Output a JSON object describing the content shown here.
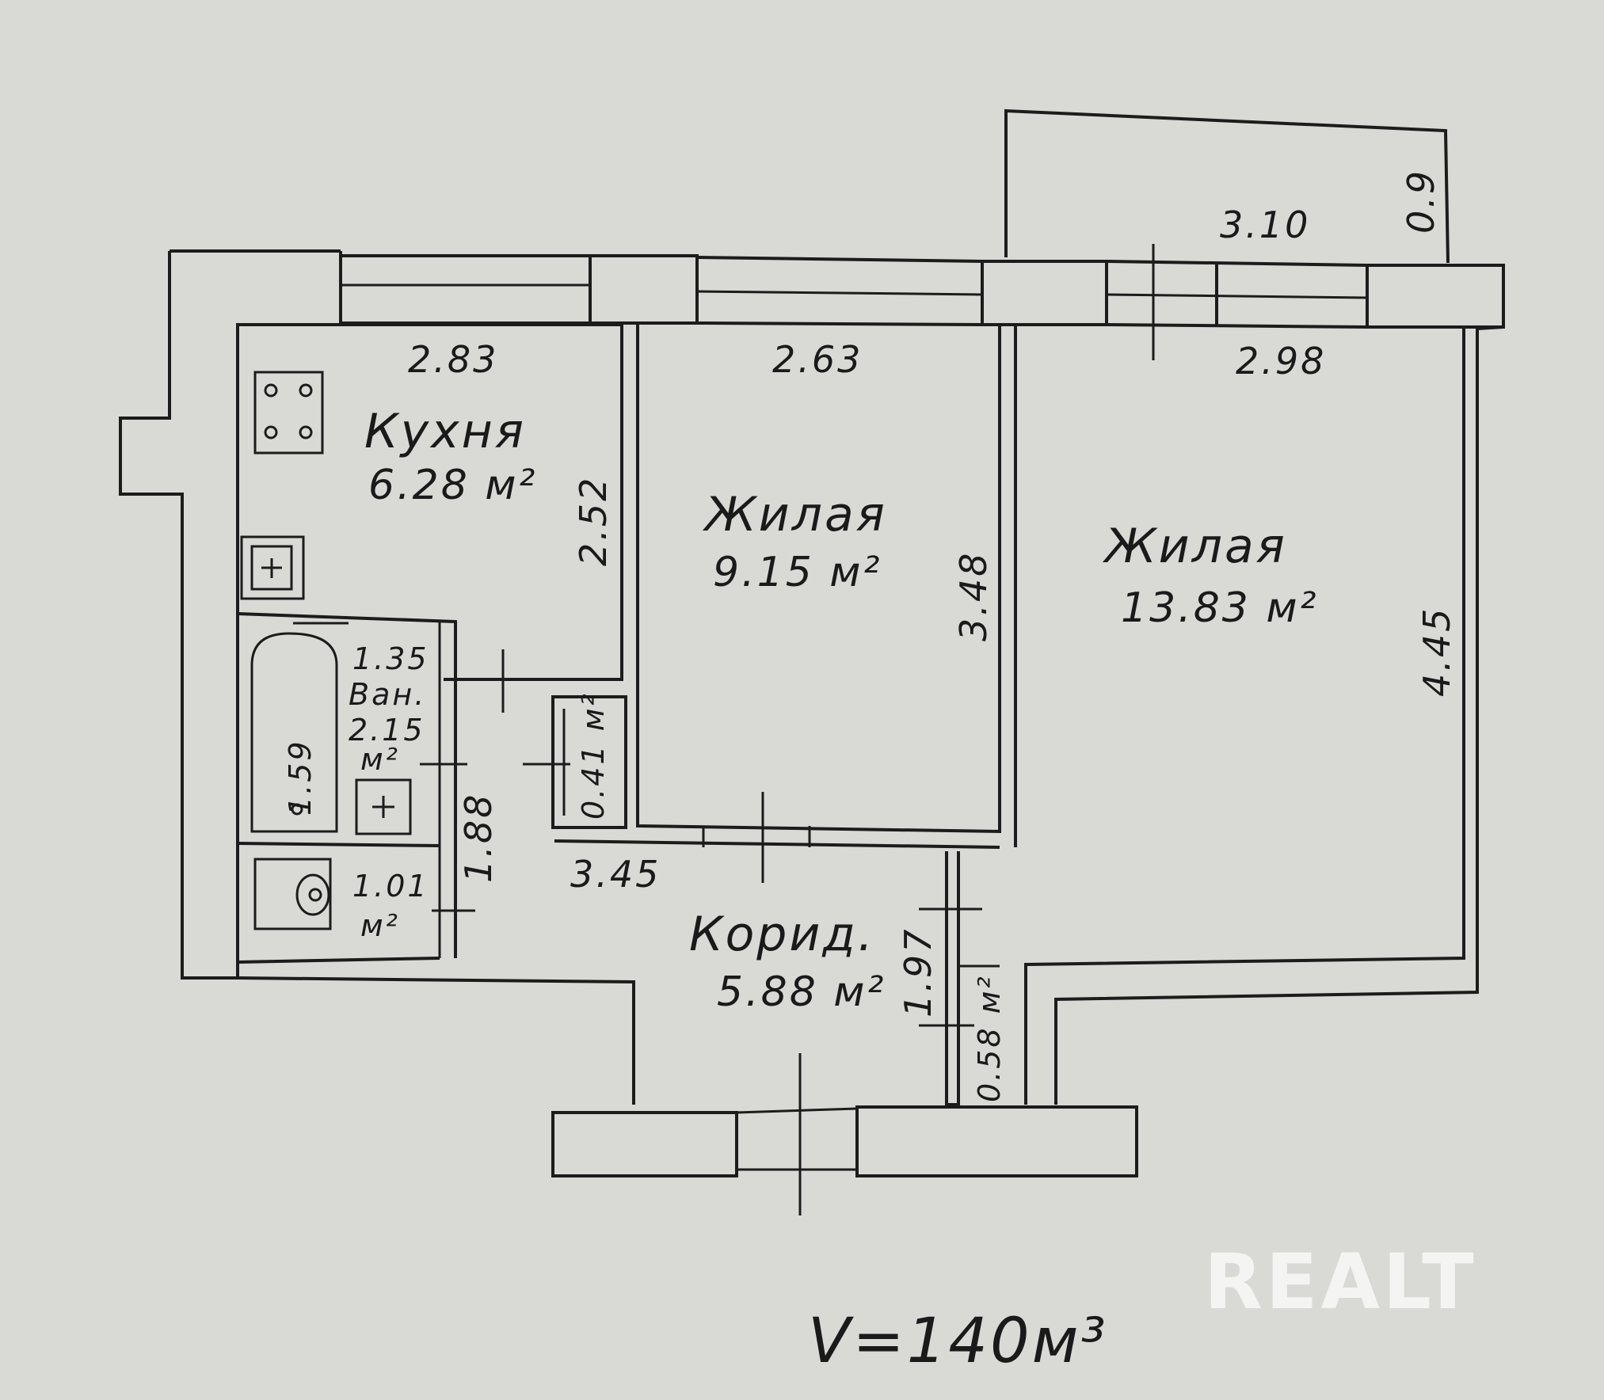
{
  "rooms": {
    "kitchen": {
      "name": "Кухня",
      "area": "6.28 м²"
    },
    "living_small": {
      "name": "Жилая",
      "area": "9.15 м²"
    },
    "living_large": {
      "name": "Жилая",
      "area": "13.83 м²"
    },
    "corridor": {
      "name": "Корид.",
      "area": "5.88 м²"
    },
    "bathroom": {
      "width": "1.35",
      "name": "Ван.",
      "area": "2.15",
      "unit": "м²",
      "length": "1.59"
    },
    "toilet": {
      "area": "1.01",
      "unit": "м²"
    },
    "closet_a": {
      "area": "0.41 м²"
    },
    "closet_b": {
      "area": "0.58 м²"
    }
  },
  "dimensions": {
    "balcony_width": "3.10",
    "balcony_depth": "0.9",
    "kitchen_width": "2.83",
    "kitchen_depth": "2.52",
    "living_small_width": "2.63",
    "living_small_depth": "3.48",
    "living_large_width": "2.98",
    "living_large_depth": "4.45",
    "corridor_length": "3.45",
    "corridor_small": "1.88",
    "corridor_side": "1.97"
  },
  "volume": "V=140м³",
  "watermark": "REALT"
}
